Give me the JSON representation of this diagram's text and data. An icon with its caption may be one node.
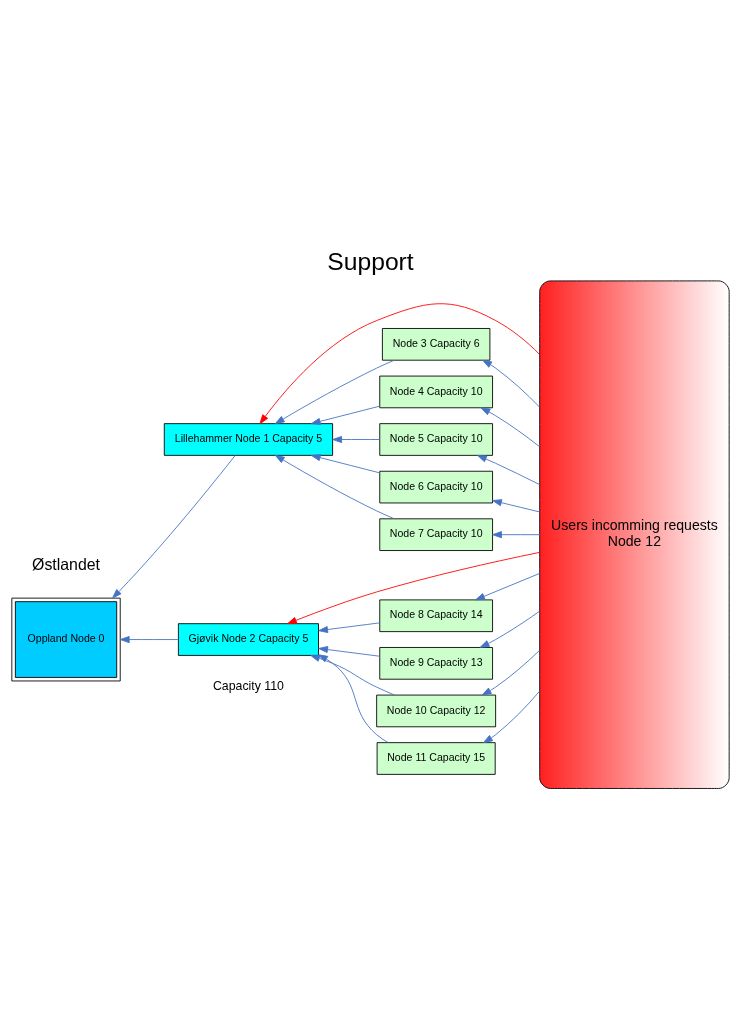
{
  "diagram": {
    "title": "Support",
    "nodes": [
      {
        "text": [
          "Oppland Node 0"
        ]
      },
      {
        "text": [
          "Lillehammer Node 1 Capacity 5"
        ]
      },
      {
        "text": [
          "Gjøvik Node 2 Capacity 5"
        ]
      },
      {
        "text": [
          "Node 3 Capacity 6"
        ]
      },
      {
        "text": [
          "Node 4 Capacity 10"
        ]
      },
      {
        "text": [
          "Node 5 Capacity 10"
        ]
      },
      {
        "text": [
          "Node 6 Capacity 10"
        ]
      },
      {
        "text": [
          "Node 7 Capacity 10"
        ]
      },
      {
        "text": [
          "Node 8 Capacity 14"
        ]
      },
      {
        "text": [
          "Node 9 Capacity 13"
        ]
      },
      {
        "text": [
          "Node 10 Capacity 12"
        ]
      },
      {
        "text": [
          "Node 11 Capacity 15"
        ]
      },
      {
        "text": [
          "Users incomming requests",
          "Node 12"
        ]
      }
    ],
    "edges": [
      {
        "from": 12,
        "to": 3,
        "arrow": "to"
      },
      {
        "from": 12,
        "to": 4,
        "arrow": "to"
      },
      {
        "from": 12,
        "to": 5,
        "arrow": "to"
      },
      {
        "from": 12,
        "to": 6,
        "arrow": "to"
      },
      {
        "from": 12,
        "to": 7,
        "arrow": "to"
      },
      {
        "from": 12,
        "to": 8,
        "arrow": "to"
      },
      {
        "from": 12,
        "to": 9,
        "arrow": "to"
      },
      {
        "from": 12,
        "to": 10,
        "arrow": "to"
      },
      {
        "from": 12,
        "to": 11,
        "arrow": "to"
      },
      {
        "from": 12,
        "to": 1,
        "arrow": "to",
        "color": "#ff0000"
      },
      {
        "from": 12,
        "to": 2,
        "arrow": "to",
        "color": "#ff0000"
      },
      {
        "from": 3,
        "to": 1,
        "arrow": "to"
      },
      {
        "from": 4,
        "to": 1,
        "arrow": "to"
      },
      {
        "from": 5,
        "to": 1,
        "arrow": "to"
      },
      {
        "from": 6,
        "to": 1,
        "arrow": "to"
      },
      {
        "from": 7,
        "to": 1,
        "arrow": "to"
      },
      {
        "from": 8,
        "to": 2,
        "arrow": "to"
      },
      {
        "from": 9,
        "to": 2,
        "arrow": "to"
      },
      {
        "from": 10,
        "to": 2,
        "arrow": "to"
      },
      {
        "from": 11,
        "to": 2,
        "arrow": "to"
      },
      {
        "from": 1,
        "to": 0,
        "arrow": "to"
      },
      {
        "from": 2,
        "to": 0,
        "arrow": "to"
      }
    ],
    "labels": [
      "Østlandet",
      "Capacity 110"
    ]
  }
}
